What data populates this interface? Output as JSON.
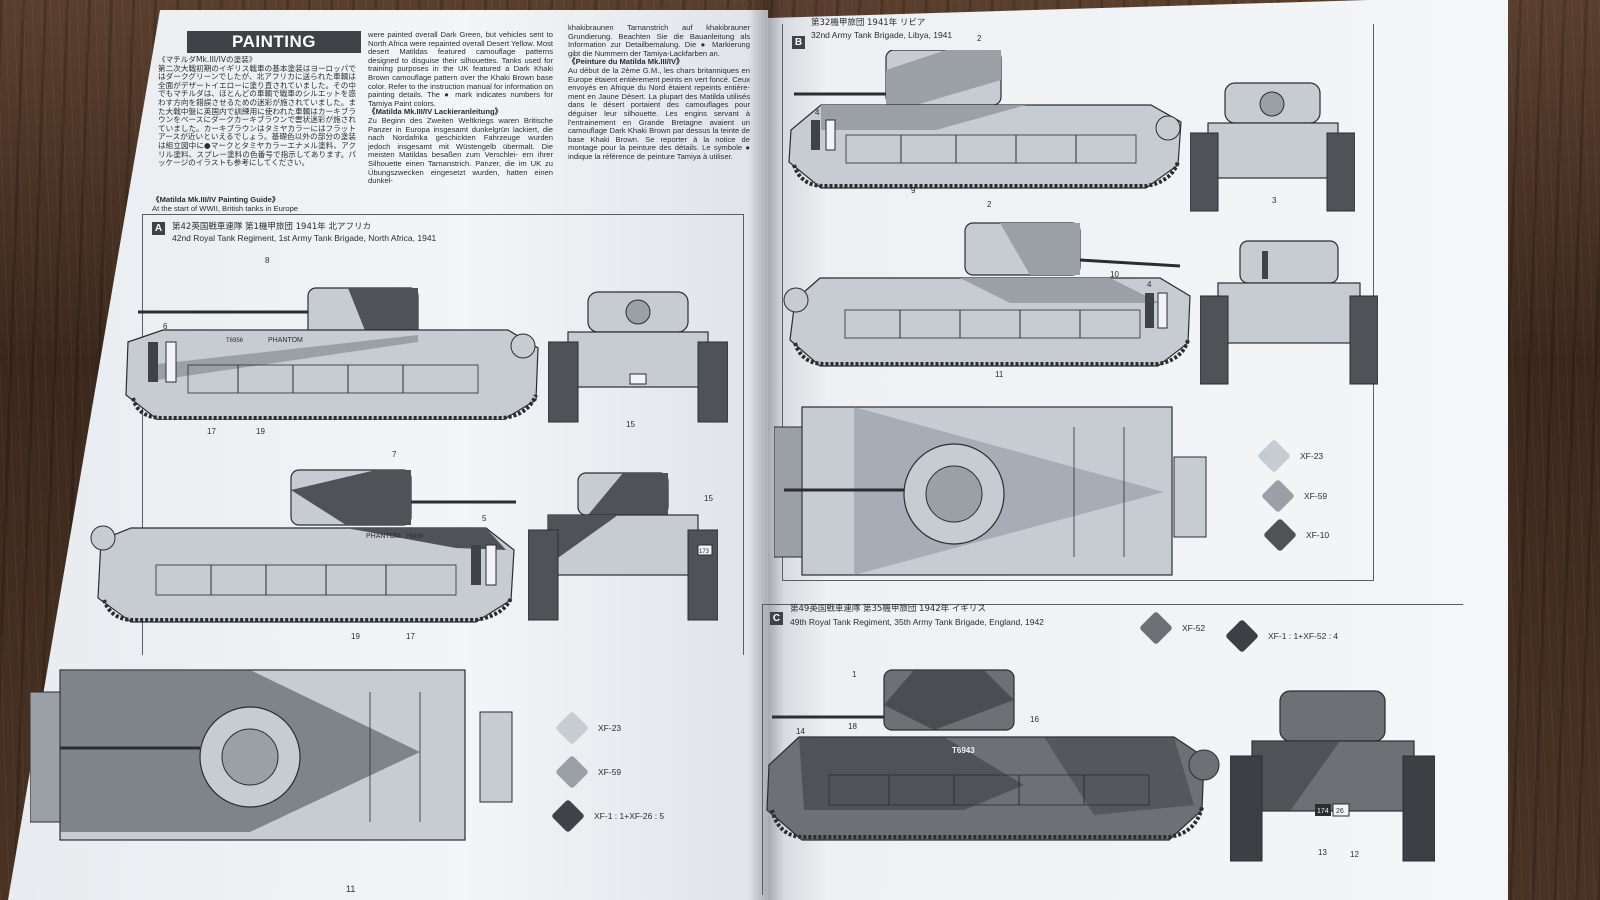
{
  "colors": {
    "xf23": "#c7ccd2",
    "xf59": "#9aa0a6",
    "xf10": "#4f5358",
    "xf1_26": "#3f4348",
    "xf52": "#6d7176",
    "xf1_52": "#3c3f43",
    "header_bg": "#3f4247"
  },
  "left_page": {
    "header": "PAINTING",
    "col1_jp": "《マチルダMk.III/IVの塗装》\n第二次大戦初期のイギリス戦車の基本塗装はヨーロッパではダークグリーンでしたが、北アフリカに送られた車輌は全面がデザートイエローに塗り直されていました。その中でもマチルダは、ほとんどの車輌で戦車のシルエットを惑わす方向を錯誤させるための迷彩が施されていました。また大戦中盤に英国内で訓練用に使われた車輌はカーキブラウンをベースにダークカーキブラウンで雲状迷彩が施されていました。カーキブラウンはタミヤカラーにはフラットアースが近いといえるでしょう。",
    "col1_jp_b": "基礎色以外の部分の塗装は組立図中に●マークとタミヤカラーエナメル塗料、アクリル塗料、スプレー塗料の色番号で指示してあります。パッケージのイラストも参考にしてください。",
    "col1_en_title": "《Matilda Mk.III/IV Painting Guide》",
    "col1_en": "At the start of WWII, British tanks in Europe",
    "col2_en": "were painted overall Dark Green, but vehicles sent to North Africa were repainted overall Desert Yellow. Most desert Matildas featured camouflage patterns designed to disguise their silhouettes. Tanks used for training purposes in the UK featured a Dark Khaki Brown camouflage pattern over the Khaki Brown base color. Refer to the instruction manual for information on painting details. The ● mark indicates numbers for Tamiya Paint colors.",
    "col2_de_title": "《Matilda Mk.III/IV Lackieranleitung》",
    "col2_de": "Zu Beginn des Zweiten Weltkriegs waren Britische Panzer in Europa insgesamt dunkelgrün lackiert, die nach Nordafrika geschickten Fahrzeuge wurden jedoch insgesamt mit Wüstengelb übermalt. Die meisten Matildas besaßen zum Verschlei- ern ihrer Silhouette einen Tarnanstrich. Panzer, die im UK zu Übungszwecken eingesetzt wurden, hatten einen dunkel-",
    "col3_de": "khakibraunen Tarnanstrich auf khakibrauner Grundierung. Beachten Sie die Bauanleitung als Information zur Detailbemalung. Die ● Markierung gibt die Nummern der Tamiya-Lackfarben an.",
    "col3_fr_title": "《Peinture du Matilda Mk.III/IV》",
    "col3_fr": "Au début de la 2ème G.M., les chars britanniques en Europe étaient entièrement peints en vert foncé. Ceux envoyés en Afrique du Nord étaient repeints entière- ment en Jaune Désert. La plupart des Matilda utilisés dans le désert portaient des camouflages pour déguiser leur silhouette. Les engins servant à l'entrainement en Grande Bretagne avaient un camouflage Dark Khaki Brown par dessus la teinte de base Khaki Brown. Se reporter à la notice de montage pour la peinture des détails. Le symbole ● indique la référence de peinture Tamiya à utiliser.",
    "scheme_a": {
      "letter": "A",
      "title_jp": "第42英国戦車連隊 第1機甲旅団 1941年 北アフリカ",
      "title_en": "42nd Royal Tank Regiment, 1st Army Tank Brigade, North Africa, 1941",
      "tank_names": [
        "PHANTOM",
        "T6956"
      ],
      "plate": "173",
      "callouts": [
        "8",
        "6",
        "17",
        "19",
        "15",
        "7",
        "5",
        "15",
        "19",
        "17"
      ],
      "swatches": [
        {
          "label": "XF-23",
          "color": "xf23"
        },
        {
          "label": "XF-59",
          "color": "xf59"
        },
        {
          "label": "XF-1 : 1+XF-26 : 5",
          "color": "xf1_26"
        }
      ]
    },
    "page_number": "11"
  },
  "right_page": {
    "scheme_b": {
      "letter": "B",
      "title_jp": "第32機甲旅団 1941年 リビア",
      "title_en": "32nd Army Tank Brigade, Libya, 1941",
      "callouts": [
        "2",
        "4",
        "9",
        "3",
        "2",
        "10",
        "4",
        "11"
      ],
      "swatches": [
        {
          "label": "XF-23",
          "color": "xf23"
        },
        {
          "label": "XF-59",
          "color": "xf59"
        },
        {
          "label": "XF-10",
          "color": "xf10"
        }
      ]
    },
    "scheme_c": {
      "letter": "C",
      "title_jp": "第49英国戦車連隊 第35機甲旅団 1942年 イギリス",
      "title_en": "49th Royal Tank Regiment, 35th Army Tank Brigade, England, 1942",
      "tank_names": [
        "T6943"
      ],
      "plates": [
        "174",
        "26"
      ],
      "callouts": [
        "1",
        "18",
        "14",
        "16",
        "13",
        "12"
      ],
      "swatches": [
        {
          "label": "XF-52",
          "color": "xf52"
        },
        {
          "label": "XF-1 : 1+XF-52 : 4",
          "color": "xf1_52"
        }
      ]
    }
  }
}
